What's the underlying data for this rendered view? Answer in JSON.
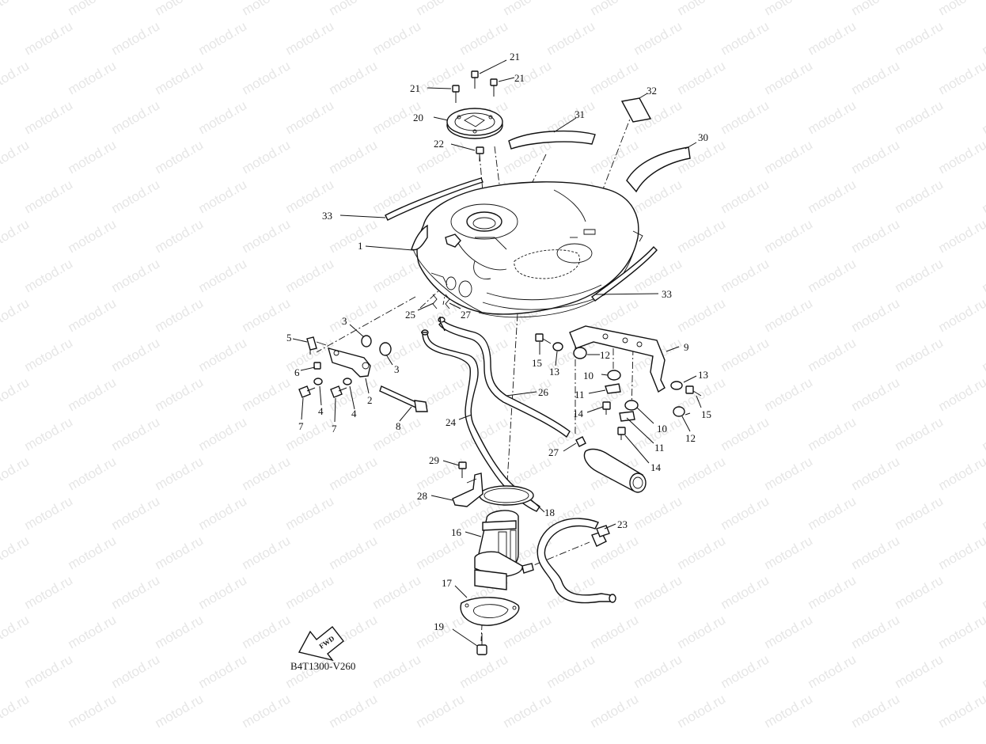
{
  "watermark": "motod.ru",
  "diagram_code": "B4T1300-V260",
  "fwd_label": "FWD",
  "callouts": [
    {
      "id": "c1",
      "num": "1"
    },
    {
      "id": "c2",
      "num": "2"
    },
    {
      "id": "c3a",
      "num": "3"
    },
    {
      "id": "c3b",
      "num": "3"
    },
    {
      "id": "c4a",
      "num": "4"
    },
    {
      "id": "c4b",
      "num": "4"
    },
    {
      "id": "c5",
      "num": "5"
    },
    {
      "id": "c6",
      "num": "6"
    },
    {
      "id": "c7a",
      "num": "7"
    },
    {
      "id": "c7b",
      "num": "7"
    },
    {
      "id": "c8",
      "num": "8"
    },
    {
      "id": "c9",
      "num": "9"
    },
    {
      "id": "c10a",
      "num": "10"
    },
    {
      "id": "c10b",
      "num": "10"
    },
    {
      "id": "c11a",
      "num": "11"
    },
    {
      "id": "c11b",
      "num": "11"
    },
    {
      "id": "c12a",
      "num": "12"
    },
    {
      "id": "c12b",
      "num": "12"
    },
    {
      "id": "c13a",
      "num": "13"
    },
    {
      "id": "c13b",
      "num": "13"
    },
    {
      "id": "c14a",
      "num": "14"
    },
    {
      "id": "c14b",
      "num": "14"
    },
    {
      "id": "c15a",
      "num": "15"
    },
    {
      "id": "c15b",
      "num": "15"
    },
    {
      "id": "c16",
      "num": "16"
    },
    {
      "id": "c17",
      "num": "17"
    },
    {
      "id": "c18",
      "num": "18"
    },
    {
      "id": "c19",
      "num": "19"
    },
    {
      "id": "c20",
      "num": "20"
    },
    {
      "id": "c21a",
      "num": "21"
    },
    {
      "id": "c21b",
      "num": "21"
    },
    {
      "id": "c21c",
      "num": "21"
    },
    {
      "id": "c22",
      "num": "22"
    },
    {
      "id": "c23",
      "num": "23"
    },
    {
      "id": "c24",
      "num": "24"
    },
    {
      "id": "c25",
      "num": "25"
    },
    {
      "id": "c26",
      "num": "26"
    },
    {
      "id": "c27a",
      "num": "27"
    },
    {
      "id": "c27b",
      "num": "27"
    },
    {
      "id": "c28",
      "num": "28"
    },
    {
      "id": "c29",
      "num": "29"
    },
    {
      "id": "c30",
      "num": "30"
    },
    {
      "id": "c31",
      "num": "31"
    },
    {
      "id": "c32",
      "num": "32"
    },
    {
      "id": "c33a",
      "num": "33"
    },
    {
      "id": "c33b",
      "num": "33"
    }
  ]
}
